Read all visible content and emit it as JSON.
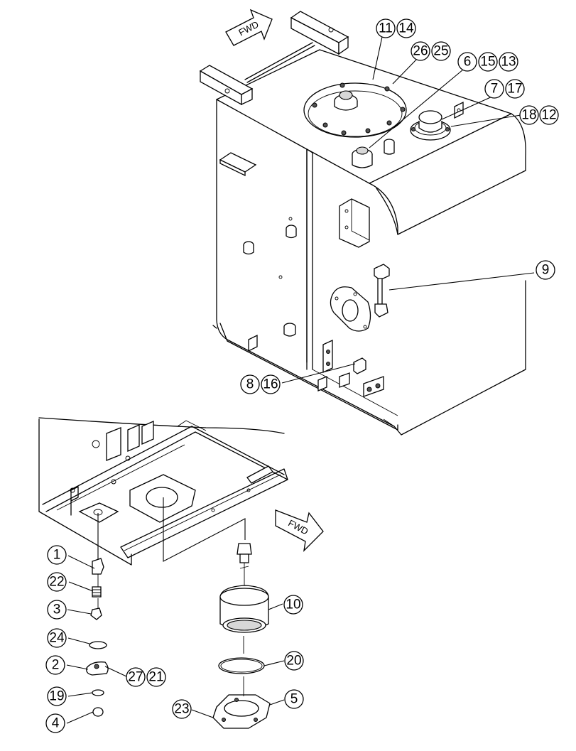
{
  "arrows": {
    "fwd_top": "FWD",
    "fwd_bottom": "FWD"
  },
  "callouts": {
    "c11": "11",
    "c14": "14",
    "c26": "26",
    "c25": "25",
    "c6": "6",
    "c15": "15",
    "c13": "13",
    "c7": "7",
    "c17": "17",
    "c18": "18",
    "c12": "12",
    "c9": "9",
    "c8": "8",
    "c16": "16",
    "c1": "1",
    "c22": "22",
    "c3": "3",
    "c24": "24",
    "c2": "2",
    "c27": "27",
    "c21": "21",
    "c19": "19",
    "c4": "4",
    "c10": "10",
    "c20": "20",
    "c5": "5",
    "c23": "23"
  }
}
